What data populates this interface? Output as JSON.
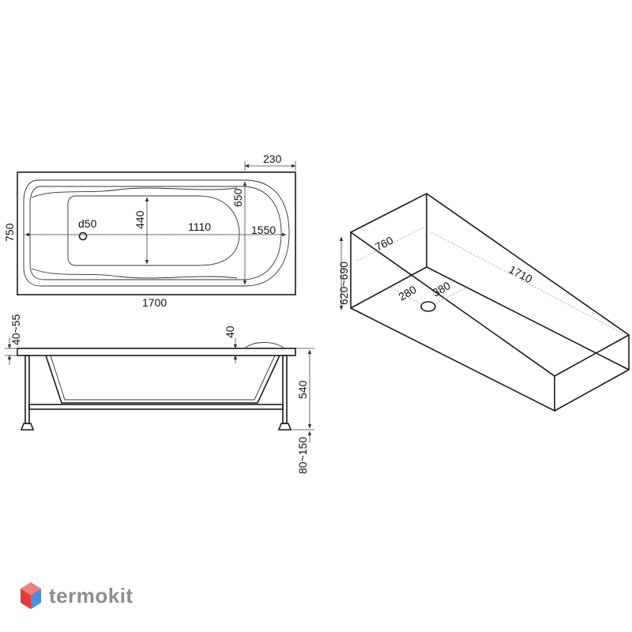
{
  "top_view": {
    "width_label": "750",
    "length_label": "1700",
    "inner_length_label": "1550",
    "bottom_length_label": "1110",
    "bottom_width_label": "440",
    "inner_width_label": "650",
    "drain_label": "d50",
    "offset_label": "230"
  },
  "side_view": {
    "rim_label": "40~55",
    "rim_thickness_label": "40",
    "height_label": "540",
    "feet_label": "80~150"
  },
  "panel_view": {
    "width_label": "760",
    "length_label": "1710",
    "height_label": "620~690",
    "drain_x_label": "280",
    "drain_y_label": "380"
  },
  "watermark": {
    "brand": "termokit",
    "colors": {
      "top": "#f08080",
      "left": "#e33b3b",
      "right": "#4a90d9"
    }
  }
}
